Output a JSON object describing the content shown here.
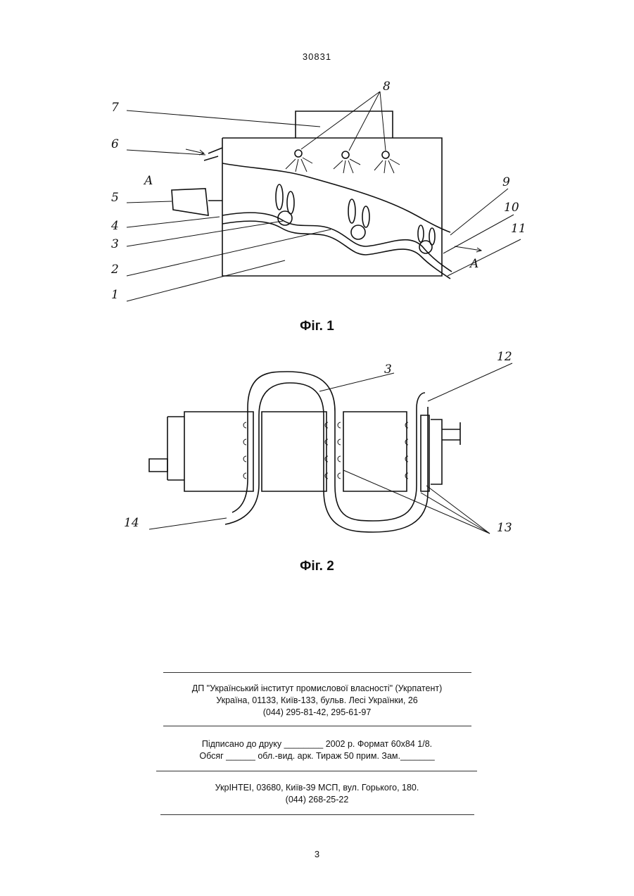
{
  "header": {
    "patent_number": "30831"
  },
  "figure1": {
    "caption": "Фіг. 1",
    "labels": [
      "1",
      "2",
      "3",
      "4",
      "5",
      "6",
      "7",
      "8",
      "9",
      "10",
      "11"
    ],
    "section_marks": [
      "A",
      "A"
    ]
  },
  "figure2": {
    "caption": "Фіг. 2",
    "labels": [
      "3",
      "12",
      "13",
      "14"
    ]
  },
  "footer": {
    "publisher_lines": [
      "ДП \"Український інститут промислової власності\" (Укрпатент)",
      "Україна, 01133, Київ-133, бульв. Лесі Українки, 26",
      "(044) 295-81-42, 295-61-97"
    ],
    "print_lines": [
      "Підписано до друку ________ 2002 р.    Формат 60х84 1/8.",
      "Обсяг ______ обл.-вид. арк.   Тираж 50 прим.    Зам._______"
    ],
    "printer_lines": [
      "УкрІНТЕІ, 03680, Київ-39 МСП, вул. Горького, 180.",
      "(044) 268-25-22"
    ],
    "page_number": "3"
  }
}
